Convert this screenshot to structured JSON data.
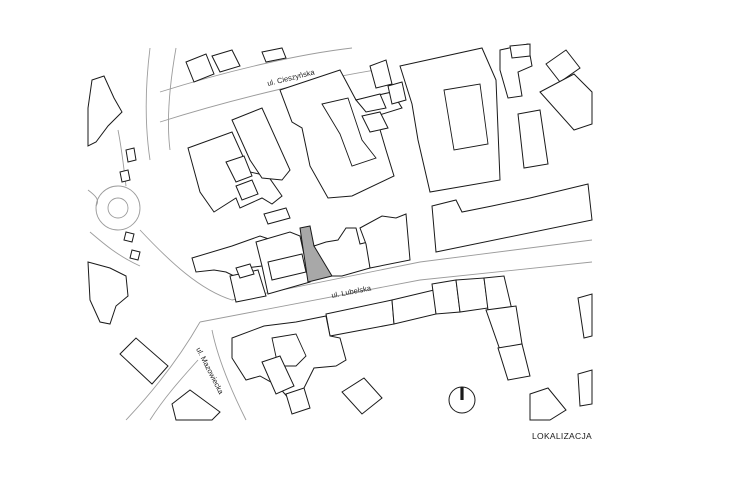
{
  "map": {
    "caption": "LOKALIZACJA",
    "streets": [
      {
        "id": "cieszynska",
        "label": "ul. Cieszyńska"
      },
      {
        "id": "lubelska",
        "label": "ul. Lubelska"
      },
      {
        "id": "mazowiecka",
        "label": "ul. Mazowiecka"
      }
    ],
    "highlighted_plot": "site-plot",
    "colors": {
      "building_outline": "#1a1a1a",
      "street_edge": "#9c9c9c",
      "highlight_fill": "#a8a8a8",
      "background": "#ffffff"
    },
    "icons": [
      "north-arrow-icon"
    ]
  }
}
